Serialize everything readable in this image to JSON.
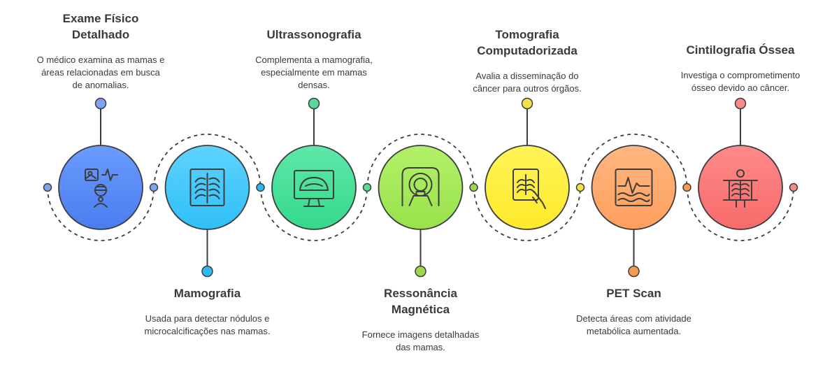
{
  "steps": [
    {
      "title_lines": [
        "Exame Físico",
        "Detalhado"
      ],
      "desc_lines": [
        "O médico examina as mamas e",
        "áreas relacionadas em busca",
        "de anomalias."
      ],
      "icon": "physical-exam-icon",
      "color_light": "#6b9cff",
      "color_dark": "#4a7cf0",
      "dot": "#7ea4ef"
    },
    {
      "title_lines": [
        "Mamografia"
      ],
      "desc_lines": [
        "Usada para detectar nódulos e",
        "microcalcificações nas mamas."
      ],
      "icon": "xray-chest-icon",
      "color_light": "#5fd3ff",
      "color_dark": "#2fbff7",
      "dot": "#31b8ee"
    },
    {
      "title_lines": [
        "Ultrassonografia"
      ],
      "desc_lines": [
        "Complementa a mamografia,",
        "especialmente em mamas",
        "densas."
      ],
      "icon": "ultrasound-monitor-icon",
      "color_light": "#5ee8a8",
      "color_dark": "#34d98d",
      "dot": "#58d99a"
    },
    {
      "title_lines": [
        "Ressonância",
        "Magnética"
      ],
      "desc_lines": [
        "Fornece imagens detalhadas",
        "das mamas."
      ],
      "icon": "mri-scanner-icon",
      "color_light": "#b4f06a",
      "color_dark": "#98e24a",
      "dot": "#9ed64e"
    },
    {
      "title_lines": [
        "Tomografia",
        "Computadorizada"
      ],
      "desc_lines": [
        "Avalia a disseminação do",
        "câncer para outros órgãos."
      ],
      "icon": "ct-scan-hand-icon",
      "color_light": "#fff45a",
      "color_dark": "#ffe92a",
      "dot": "#f3e04a"
    },
    {
      "title_lines": [
        "PET Scan"
      ],
      "desc_lines": [
        "Detecta áreas com atividade",
        "metabólica aumentada."
      ],
      "icon": "pet-scan-monitor-icon",
      "color_light": "#ffb780",
      "color_dark": "#ff9e5e",
      "dot": "#f29a4e"
    },
    {
      "title_lines": [
        "Cintilografia Óssea"
      ],
      "desc_lines": [
        "Investiga o comprometimento",
        "ósseo devido ao câncer."
      ],
      "icon": "bone-scan-icon",
      "color_light": "#ff8a8a",
      "color_dark": "#f86a6a",
      "dot": "#f68a8a"
    }
  ]
}
